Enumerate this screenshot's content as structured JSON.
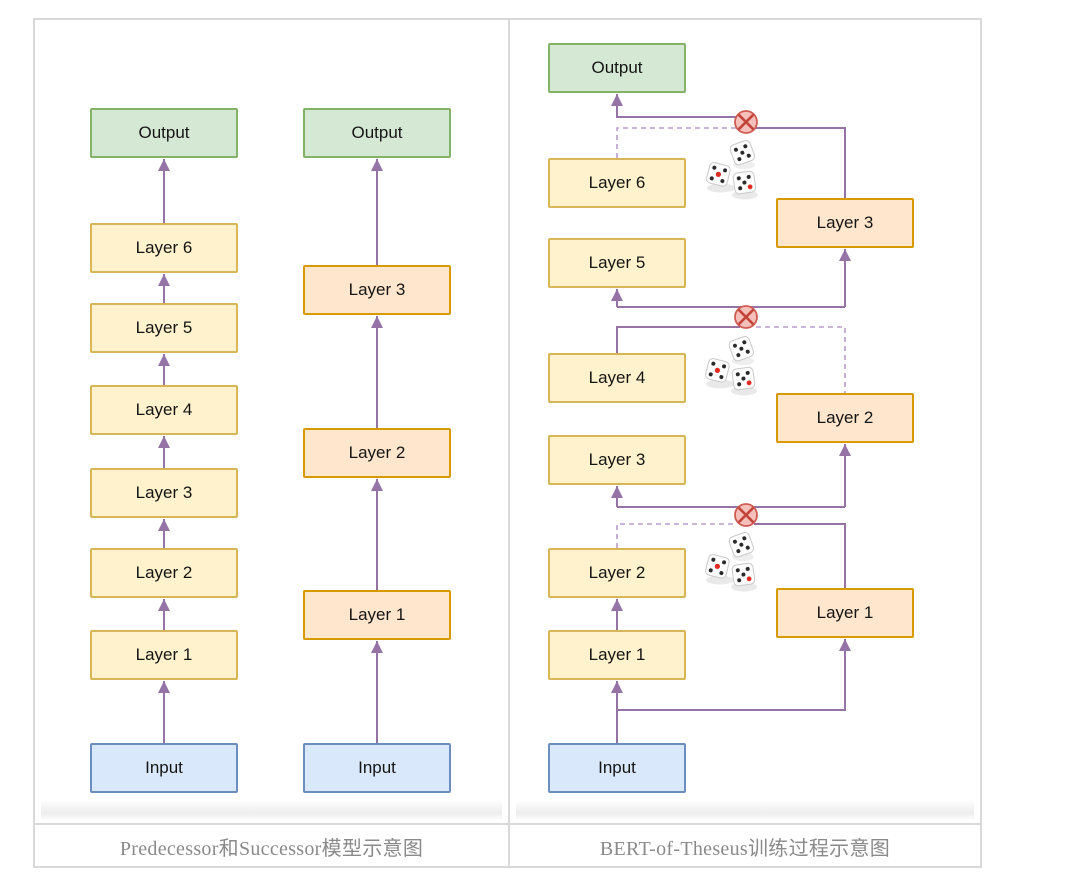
{
  "left_panel": {
    "caption": "Predecessor和Successor模型示意图",
    "predecessor_column": {
      "output_label": "Output",
      "layers_top_down": [
        "Layer 6",
        "Layer 5",
        "Layer 4",
        "Layer 3",
        "Layer 2",
        "Layer 1"
      ],
      "input_label": "Input"
    },
    "successor_column": {
      "output_label": "Output",
      "layers_top_down": [
        "Layer 3",
        "Layer 2",
        "Layer 1"
      ],
      "input_label": "Input"
    }
  },
  "right_panel": {
    "caption": "BERT-of-Theseus训练过程示意图",
    "output_label": "Output",
    "input_label": "Input",
    "predecessor_layers_top_down": [
      "Layer 6",
      "Layer 5",
      "Layer 4",
      "Layer 3",
      "Layer 2",
      "Layer 1"
    ],
    "successor_layers_top_down": [
      "Layer 3",
      "Layer 2",
      "Layer 1"
    ],
    "icons": {
      "gate": "circled-times-replace-gate-icon",
      "dice": "three-dice-random-sampling-icon"
    }
  },
  "colors": {
    "predecessor_fill": "#fff2cc",
    "predecessor_border": "#d6b656",
    "successor_fill": "#ffe6cc",
    "successor_border": "#d79b00",
    "input_fill": "#dae8fc",
    "input_border": "#6c8ebf",
    "output_fill": "#d5e8d4",
    "output_border": "#82b366",
    "arrow_solid": "#9673a6",
    "arrow_dashed": "#b79dcb",
    "gate_fill": "#f5c0ba",
    "gate_border": "#cf5c52",
    "gate_cross": "#c2453b",
    "caption_text": "#8a8a8a",
    "table_border": "#d9d9d9"
  }
}
